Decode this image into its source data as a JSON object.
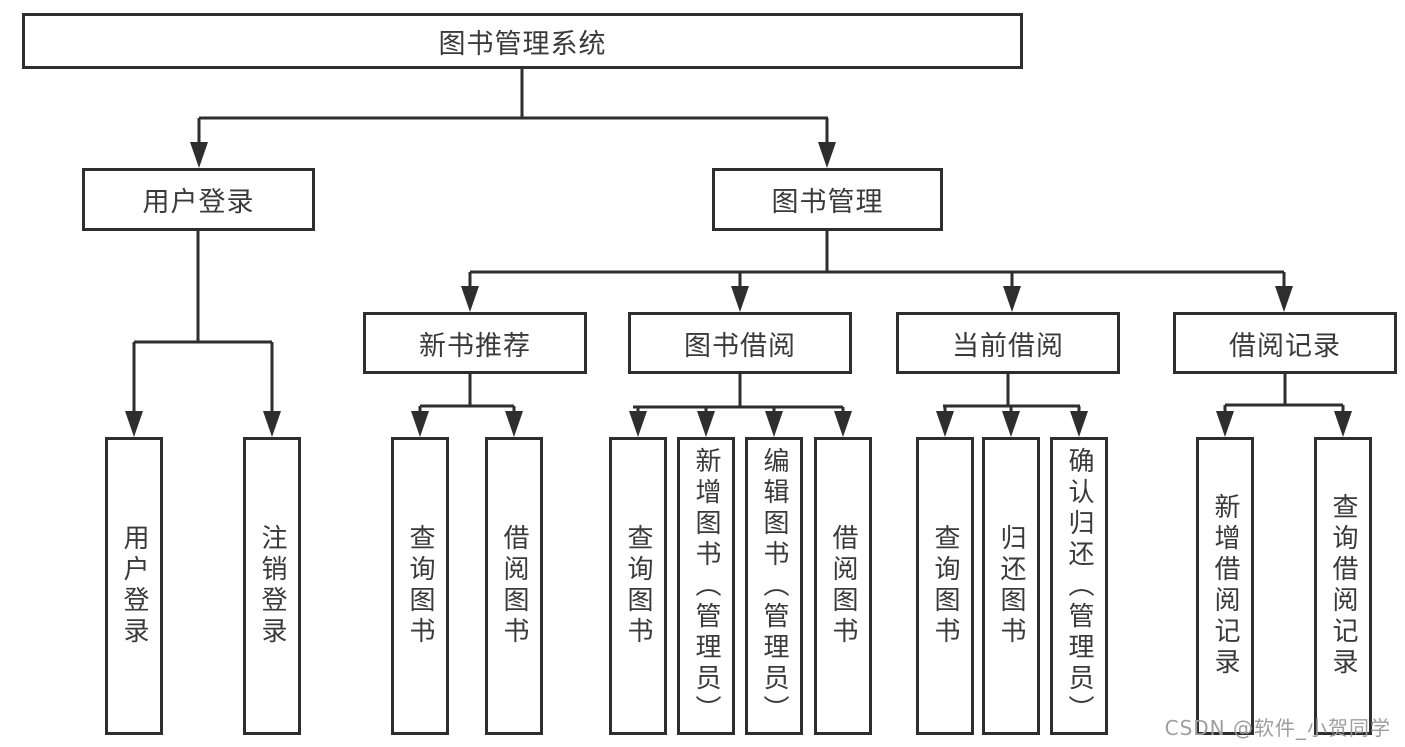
{
  "colors": {
    "background": "#ffffff",
    "line": "#2e2e2e",
    "box_border": "#2e2e2e",
    "text": "#3a3a3a",
    "watermark": "#9e9e9e"
  },
  "tree": {
    "label": "图书管理系统",
    "children": [
      {
        "label": "用户登录",
        "children": [
          {
            "label": "用户登录"
          },
          {
            "label": "注销登录"
          }
        ]
      },
      {
        "label": "图书管理",
        "children": [
          {
            "label": "新书推荐",
            "children": [
              {
                "label": "查询图书"
              },
              {
                "label": "借阅图书"
              }
            ]
          },
          {
            "label": "图书借阅",
            "children": [
              {
                "label": "查询图书"
              },
              {
                "label": "新增图书（管理员）"
              },
              {
                "label": "编辑图书（管理员）"
              },
              {
                "label": "借阅图书"
              }
            ]
          },
          {
            "label": "当前借阅",
            "children": [
              {
                "label": "查询图书"
              },
              {
                "label": "归还图书"
              },
              {
                "label": "确认归还（管理员）"
              }
            ]
          },
          {
            "label": "借阅记录",
            "children": [
              {
                "label": "新增借阅记录"
              },
              {
                "label": "查询借阅记录"
              }
            ]
          }
        ]
      }
    ]
  },
  "watermark": {
    "text": "CSDN @软件_小贺同学"
  }
}
